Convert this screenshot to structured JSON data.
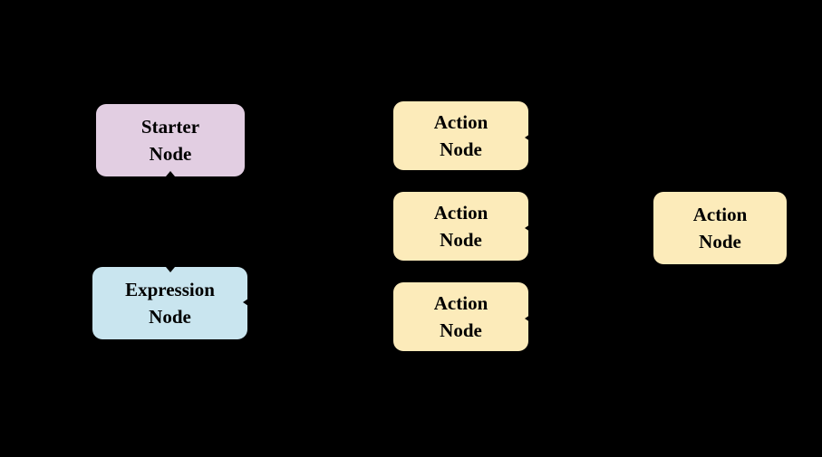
{
  "diagram": {
    "background_color": "#000000",
    "text_color": "#000000",
    "colors": {
      "starter": "#E2CEE2",
      "action": "#FCEBBA",
      "expression": "#C9E5EF"
    },
    "nodes": [
      {
        "id": "starter",
        "type": "starter",
        "label": "Starter\nNode",
        "color": "#E2CEE2"
      },
      {
        "id": "action-1",
        "type": "action",
        "label": "Action\nNode",
        "color": "#FCEBBA"
      },
      {
        "id": "action-2",
        "type": "action",
        "label": "Action\nNode",
        "color": "#FCEBBA"
      },
      {
        "id": "action-3",
        "type": "action",
        "label": "Action\nNode",
        "color": "#FCEBBA"
      },
      {
        "id": "action-right",
        "type": "action",
        "label": "Action\nNode",
        "color": "#FCEBBA"
      },
      {
        "id": "expression",
        "type": "expression",
        "label": "Expression\nNode",
        "color": "#C9E5EF"
      }
    ],
    "edge_markers": [
      {
        "at": "starter-node-bottom",
        "direction": "up"
      },
      {
        "at": "expression-node-top",
        "direction": "down"
      },
      {
        "at": "action-node-1-right",
        "direction": "left"
      },
      {
        "at": "action-node-2-right",
        "direction": "left"
      },
      {
        "at": "action-node-3-right",
        "direction": "left"
      },
      {
        "at": "expression-node-right",
        "direction": "left"
      }
    ]
  }
}
